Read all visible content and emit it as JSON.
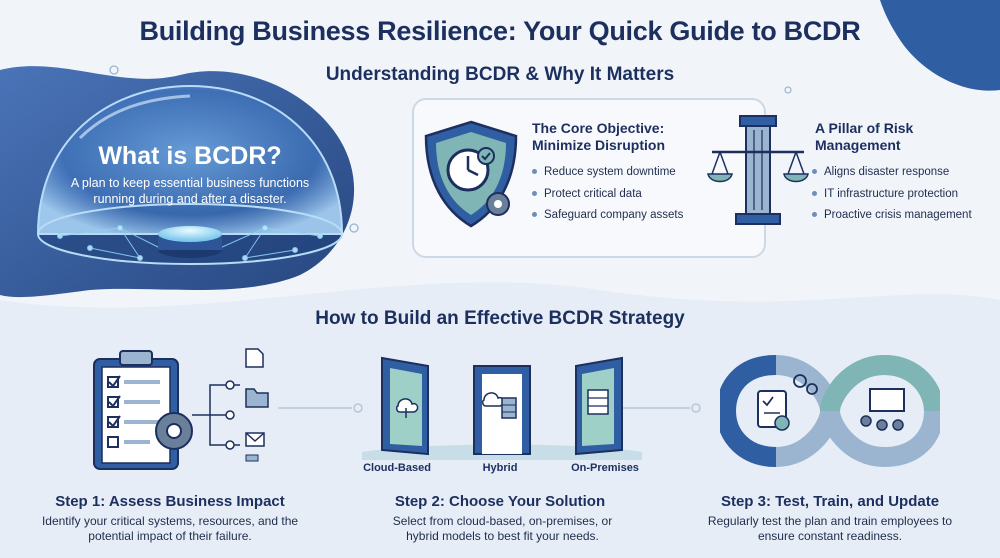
{
  "title": "Building Business Resilience: Your Quick Guide to BCDR",
  "section1": {
    "title": "Understanding BCDR & Why It Matters",
    "what_is": {
      "heading": "What is BCDR?",
      "description": "A plan to keep essential business functions running during and after a disaster."
    },
    "core_objective": {
      "title": "The Core Objective: Minimize Disruption",
      "items": [
        "Reduce system downtime",
        "Protect critical data",
        "Safeguard company assets"
      ]
    },
    "pillar": {
      "title": "A Pillar of Risk Management",
      "items": [
        "Aligns disaster response",
        "IT infrastructure protection",
        "Proactive crisis management"
      ]
    }
  },
  "section2": {
    "title": "How to Build an Effective BCDR Strategy",
    "steps": [
      {
        "title": "Step 1: Assess Business Impact",
        "description": "Identify your critical systems, resources, and the potential impact of their failure."
      },
      {
        "title": "Step 2: Choose Your Solution",
        "description": "Select from cloud-based, on-premises, or hybrid models to best fit your needs.",
        "options": [
          "Cloud-Based",
          "Hybrid",
          "On-Premises"
        ]
      },
      {
        "title": "Step 3: Test, Train, and Update",
        "description": "Regularly test the plan and train employees to ensure constant readiness."
      }
    ]
  },
  "colors": {
    "navy": "#1c2f5e",
    "blue": "#2f5ea3",
    "light_blue": "#9cc3e6",
    "teal": "#7fb5b5",
    "background": "#f1f5fa"
  }
}
